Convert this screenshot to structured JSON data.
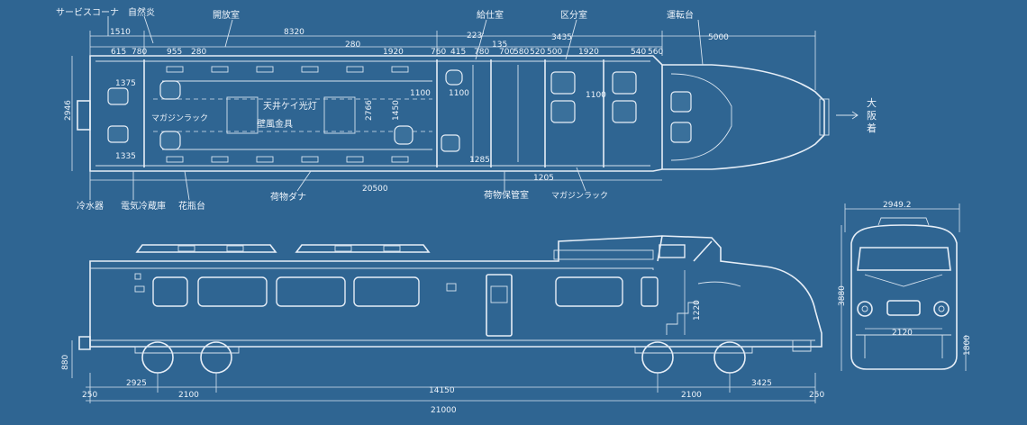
{
  "labels": {
    "service_corner": "サービスコーナ",
    "vending": "自然炎",
    "open_room": "開放室",
    "water_supply": "給仕室",
    "cab_room": "区分室",
    "driver_cab": "運転台",
    "ceiling_light": "天井ケイ光灯",
    "magazine_rack_a": "マガジンラック",
    "ventilator": "壁風金具",
    "cold_water": "冷水器",
    "electric_fridge": "電気冷蔵庫",
    "flower_vase": "花瓶台",
    "luggage_rack": "荷物ダナ",
    "luggage_storage": "荷物保管室",
    "magazine_rack_b": "マガジンラック",
    "destination_line1": "大",
    "destination_line2": "阪",
    "destination_line3": "着"
  },
  "plan_dims": {
    "top": [
      "1510",
      "615",
      "780",
      "955",
      "280",
      "8320",
      "280",
      "1920",
      "760",
      "415",
      "780",
      "700",
      "580",
      "520",
      "500",
      "3435",
      "1920",
      "540",
      "560",
      "5000",
      "223'",
      "135"
    ],
    "left": [
      "2946",
      "1375",
      "1335"
    ],
    "inner": [
      "2766",
      "1450",
      "1100",
      "1100",
      "1100",
      "1285"
    ],
    "total": "20500",
    "side_small": "1205"
  },
  "elevation_dims": {
    "left_floor": "880",
    "bottom_left": "250",
    "span1": "2925",
    "bogie_left": "2100",
    "center": "14150",
    "bogie_right": "2100",
    "span2": "3425",
    "bottom_right": "250",
    "total": "21000",
    "nose": "1220"
  },
  "end_view": {
    "width": "2949.2",
    "height": "3880",
    "lower": "1800",
    "light_gap": "2120"
  }
}
